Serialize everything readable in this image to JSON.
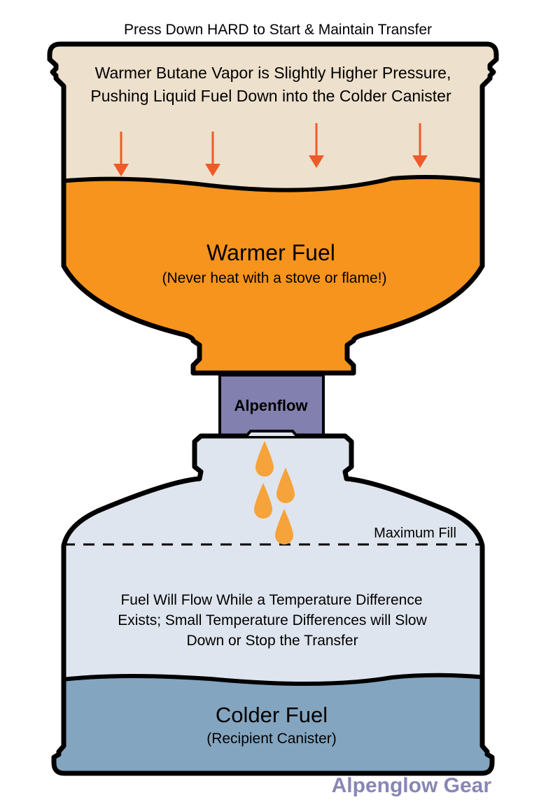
{
  "header": {
    "instruction": "Press Down HARD to Start & Maintain Transfer"
  },
  "top_canister": {
    "vapor_line1": "Warmer Butane Vapor is Slightly Higher Pressure,",
    "vapor_line2": "Pushing Liquid Fuel Down into the Colder Canister",
    "fuel_title": "Warmer Fuel",
    "fuel_warning": "(Never heat with a stove or flame!)"
  },
  "adapter": {
    "label": "Alpenflow"
  },
  "bottom_canister": {
    "max_fill_label": "Maximum Fill",
    "flow_line1": "Fuel Will Flow  While a Temperature Difference",
    "flow_line2": "Exists; Small Temperature Differences will Slow",
    "flow_line3": "Down or Stop the Transfer",
    "fuel_title": "Colder Fuel",
    "fuel_subtitle": "(Recipient Canister)"
  },
  "brand": {
    "name": "Alpenglow Gear"
  },
  "colors": {
    "vapor": "#ede0cc",
    "warm_fuel": "#f7941d",
    "arrow": "#ef5a28",
    "adapter": "#8280ae",
    "bottom_canister": "#dfe5ee",
    "cold_fuel": "#83a5c0",
    "drop": "#f5a33a",
    "brand": "#8886b6",
    "outline": "#000000"
  }
}
